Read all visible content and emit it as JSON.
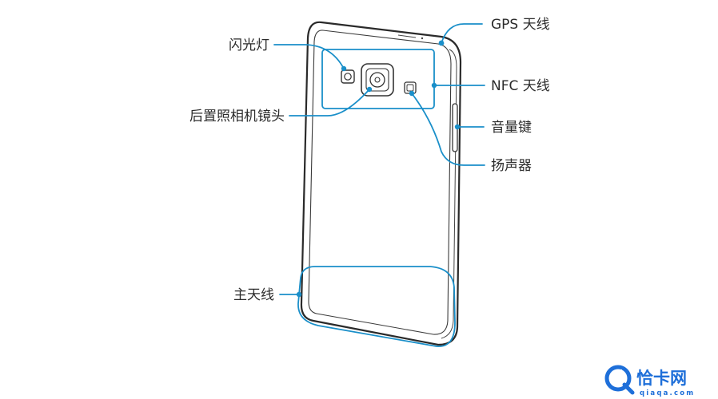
{
  "diagram": {
    "labels": {
      "gps_antenna": "GPS 天线",
      "flash": "闪光灯",
      "nfc_antenna": "NFC 天线",
      "rear_camera": "后置照相机镜头",
      "volume_key": "音量键",
      "speaker": "扬声器",
      "main_antenna": "主天线"
    },
    "colors": {
      "callout": "#1a8fc9",
      "outline": "#2a2a2a",
      "text": "#2b2b2b"
    }
  },
  "watermark": {
    "name": "恰卡网",
    "domain": "qiaqa.com",
    "colors": {
      "primary": "#1e6fd9"
    }
  }
}
